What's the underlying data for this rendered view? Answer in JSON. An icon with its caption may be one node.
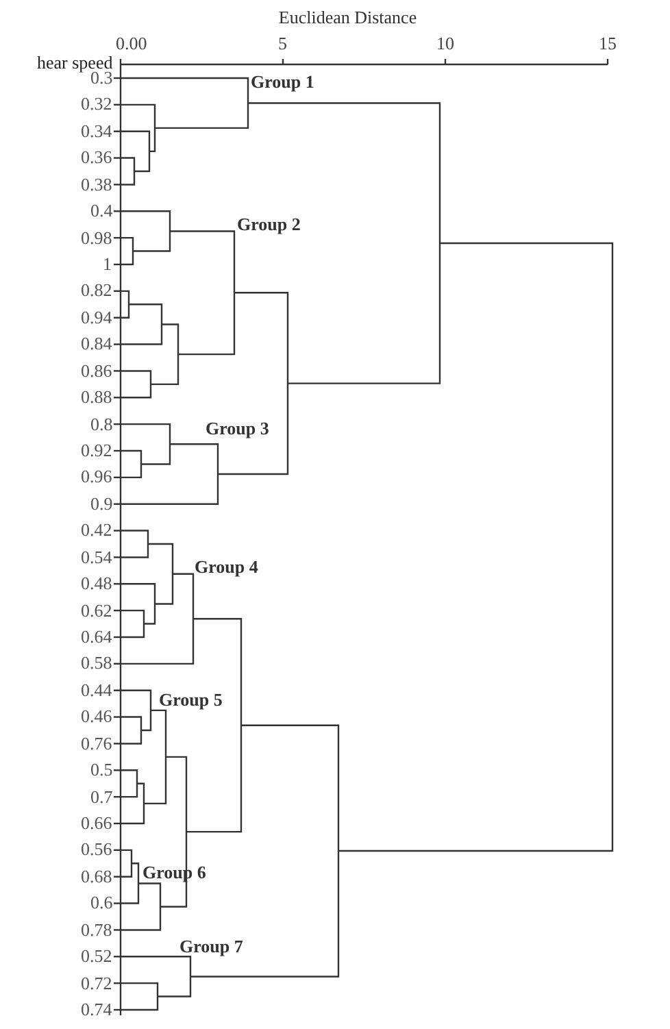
{
  "diagram": {
    "labels": [
      "Euclidean Distance",
      "0.00",
      "5",
      "10",
      "15",
      "hear speed",
      "0.3",
      "0.32",
      "0.34",
      "0.36",
      "0.38",
      "0.4",
      "0.98",
      "1",
      "0.82",
      "0.94",
      "0.84",
      "0.86",
      "0.88",
      "0.8",
      "0.92",
      "0.96",
      "0.9",
      "0.42",
      "0.54",
      "0.48",
      "0.62",
      "0.64",
      "0.58",
      "0.44",
      "0.46",
      "0.76",
      "0.5",
      "0.7",
      "0.66",
      "0.56",
      "0.68",
      "0.6",
      "0.78",
      "0.52",
      "0.72",
      "0.74",
      "Group 1",
      "Group 2",
      "Group 3",
      "Group 4",
      "Group 5",
      "Group 6",
      "Group 7"
    ]
  }
}
